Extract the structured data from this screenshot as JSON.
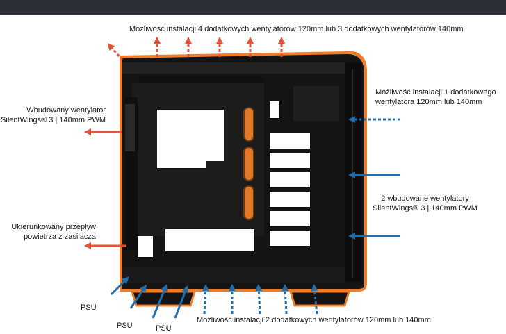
{
  "labels": {
    "top_fans": "Możliwość instalacji 4 dodatkowych wentylatorów 120mm lub 3 dodatkowych wentylatorów 140mm",
    "front_upper_line1": "Możliwość instalacji 1 dodatkowego",
    "front_upper_line2": "wentylatora 120mm lub 140mm",
    "rear_fan_line1": "Wbudowany wentylator",
    "rear_fan_line2": "SilentWings® 3 | 140mm PWM",
    "front_fans_line1": "2 wbudowane wentylatory",
    "front_fans_line2": "SilentWings® 3 | 140mm PWM",
    "psu_air_line1": "Ukierunkowany przepływ",
    "psu_air_line2": "powietrza z zasilacza",
    "psu_1": "PSU",
    "psu_2": "PSU",
    "psu_3": "PSU",
    "bottom_fans": "Możliwość instalacji 2 dodatkowych wentylatorów 120mm lub 140mm"
  },
  "colors": {
    "exhaust_arrow": "#e8503a",
    "intake_arrow": "#1f6fae",
    "case_accent": "#f07d2a",
    "case_body": "#141414",
    "header_bar": "#2b2f36"
  },
  "icons": {
    "arrow_exhaust": "arrow-red-solid",
    "arrow_exhaust_optional": "arrow-red-dashed",
    "arrow_intake": "arrow-blue-solid",
    "arrow_intake_optional": "arrow-blue-dashed"
  }
}
